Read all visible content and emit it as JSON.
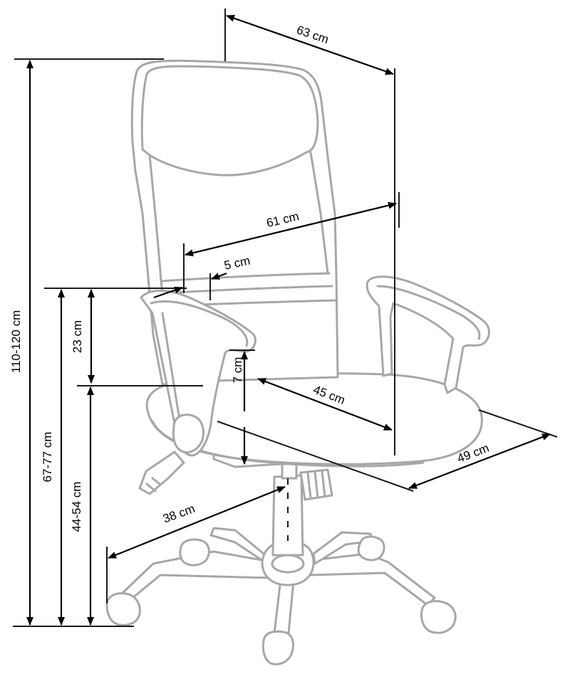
{
  "dimensions": {
    "depth_top": "63 cm",
    "width_back": "61 cm",
    "armrest_offset": "5 cm",
    "armrest_height": "23 cm",
    "seat_thickness": "7 cm",
    "seat_depth": "45 cm",
    "seat_width": "49 cm",
    "base_radius": "38 cm",
    "total_height": "110-120 cm",
    "armrest_floor_height": "67-77 cm",
    "seat_height": "44-54 cm"
  },
  "colors": {
    "chair_outline": "#a7a7a7",
    "dimension_line": "#000000"
  }
}
